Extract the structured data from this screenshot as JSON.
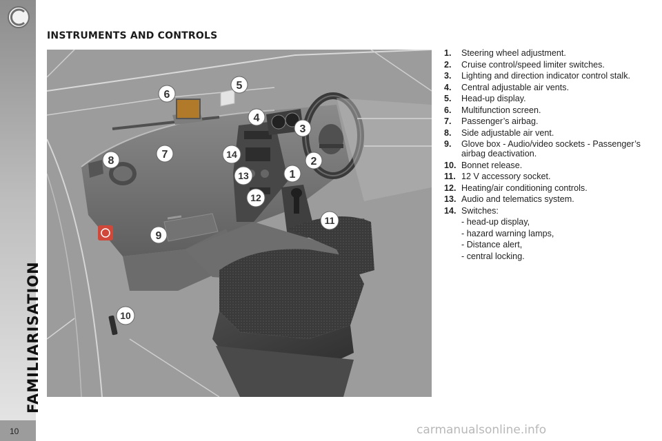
{
  "sidebar": {
    "section_label": "FAMILIARISATION",
    "page_number": "10"
  },
  "page": {
    "title": "INSTRUMENTS AND CONTROLS"
  },
  "callouts": [
    "1",
    "2",
    "3",
    "4",
    "5",
    "6",
    "7",
    "8",
    "9",
    "10",
    "11",
    "12",
    "13",
    "14"
  ],
  "legend": {
    "items": [
      {
        "num": "1.",
        "text": "Steering wheel adjustment."
      },
      {
        "num": "2.",
        "text": "Cruise control/speed limiter switches."
      },
      {
        "num": "3.",
        "text": "Lighting and direction indicator control stalk."
      },
      {
        "num": "4.",
        "text": "Central adjustable air vents."
      },
      {
        "num": "5.",
        "text": "Head-up display."
      },
      {
        "num": "6.",
        "text": "Multifunction screen."
      },
      {
        "num": "7.",
        "text": "Passenger’s airbag."
      },
      {
        "num": "8.",
        "text": "Side adjustable air vent."
      },
      {
        "num": "9.",
        "text": "Glove box - Audio/video sockets - Passenger’s airbag deactivation."
      },
      {
        "num": "10.",
        "text": "Bonnet release."
      },
      {
        "num": "11.",
        "text": "12 V accessory socket."
      },
      {
        "num": "12.",
        "text": "Heating/air conditioning controls."
      },
      {
        "num": "13.",
        "text": "Audio and telematics system."
      },
      {
        "num": "14.",
        "text": "Switches:"
      }
    ],
    "switches": [
      "- head-up display,",
      "- hazard warning lamps,",
      "- Distance alert,",
      "- central locking."
    ]
  },
  "watermark": "carmanualsonline.info",
  "colors": {
    "sidebar_top": "#8d8d8d",
    "sidebar_bottom": "#e7e7e7",
    "illustration_bg": "#9a9a9a",
    "callout_fill": "#ffffff",
    "callout_text": "#333333",
    "hazard_button": "#d0483a"
  }
}
